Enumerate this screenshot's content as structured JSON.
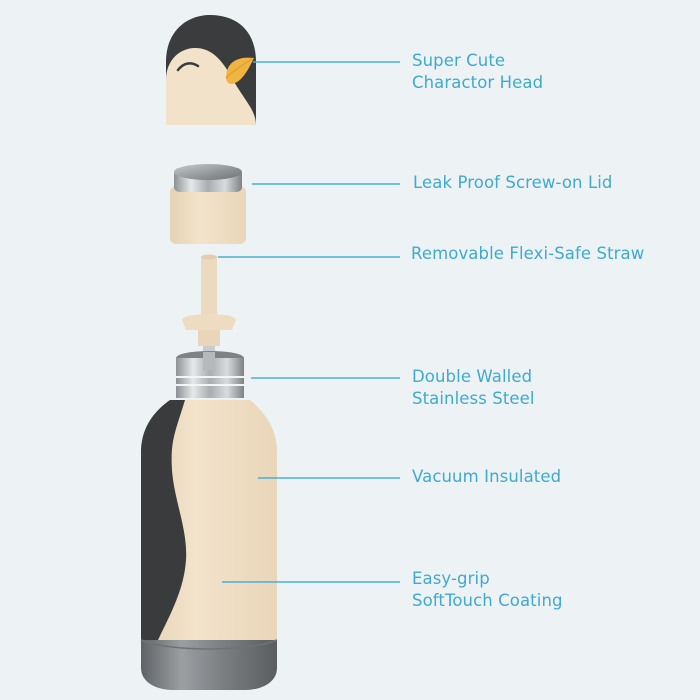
{
  "diagram": {
    "type": "exploded-product-view",
    "subject": "penguin kids water bottle",
    "colors": {
      "background": "#edf3f5",
      "accent_text": "#3fa9cf",
      "leader_line": "#4aafd3",
      "body_cream": "#f0dfc6",
      "body_dark": "#3a3b3c",
      "beak": "#f0b443",
      "steel": "#b8bcbf"
    },
    "callouts": [
      {
        "id": "head",
        "lines": [
          "Super Cute",
          "Charactor Head"
        ]
      },
      {
        "id": "lid",
        "lines": [
          "Leak Proof Screw-on Lid"
        ]
      },
      {
        "id": "straw",
        "lines": [
          "Removable Flexi-Safe Straw"
        ]
      },
      {
        "id": "steel",
        "lines": [
          "Double Walled",
          "Stainless Steel"
        ]
      },
      {
        "id": "vacuum",
        "lines": [
          "Vacuum Insulated"
        ]
      },
      {
        "id": "grip",
        "lines": [
          "Easy-grip",
          "SoftTouch Coating"
        ]
      }
    ]
  }
}
